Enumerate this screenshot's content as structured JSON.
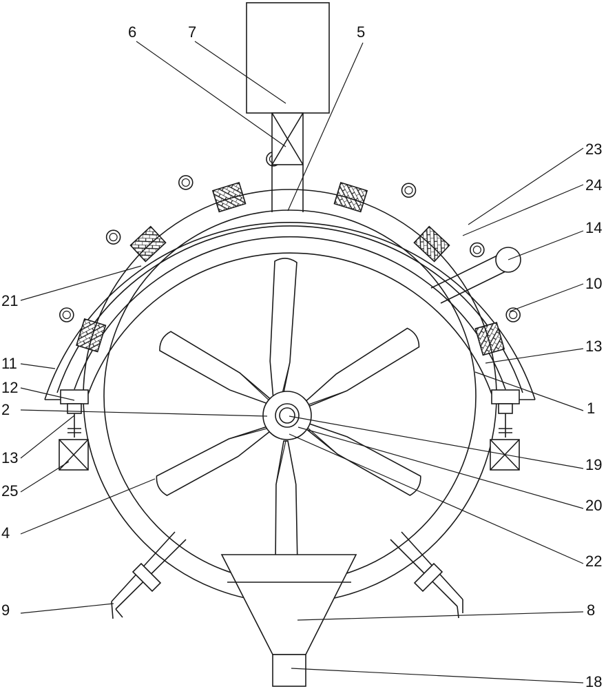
{
  "labels": [
    {
      "text": "6"
    },
    {
      "text": "7"
    },
    {
      "text": "5"
    },
    {
      "text": "23"
    },
    {
      "text": "24"
    },
    {
      "text": "14"
    },
    {
      "text": "10"
    },
    {
      "text": "21"
    },
    {
      "text": "11"
    },
    {
      "text": "13"
    },
    {
      "text": "12"
    },
    {
      "text": "1"
    },
    {
      "text": "2"
    },
    {
      "text": "13"
    },
    {
      "text": "19"
    },
    {
      "text": "25"
    },
    {
      "text": "20"
    },
    {
      "text": "4"
    },
    {
      "text": "22"
    },
    {
      "text": "9"
    },
    {
      "text": "8"
    },
    {
      "text": "18"
    }
  ],
  "colors": {
    "line": "#1a1a1a",
    "background": "#ffffff"
  },
  "patterns": {
    "brick_pads": "hatched-brick",
    "valves": "crossed-box"
  }
}
